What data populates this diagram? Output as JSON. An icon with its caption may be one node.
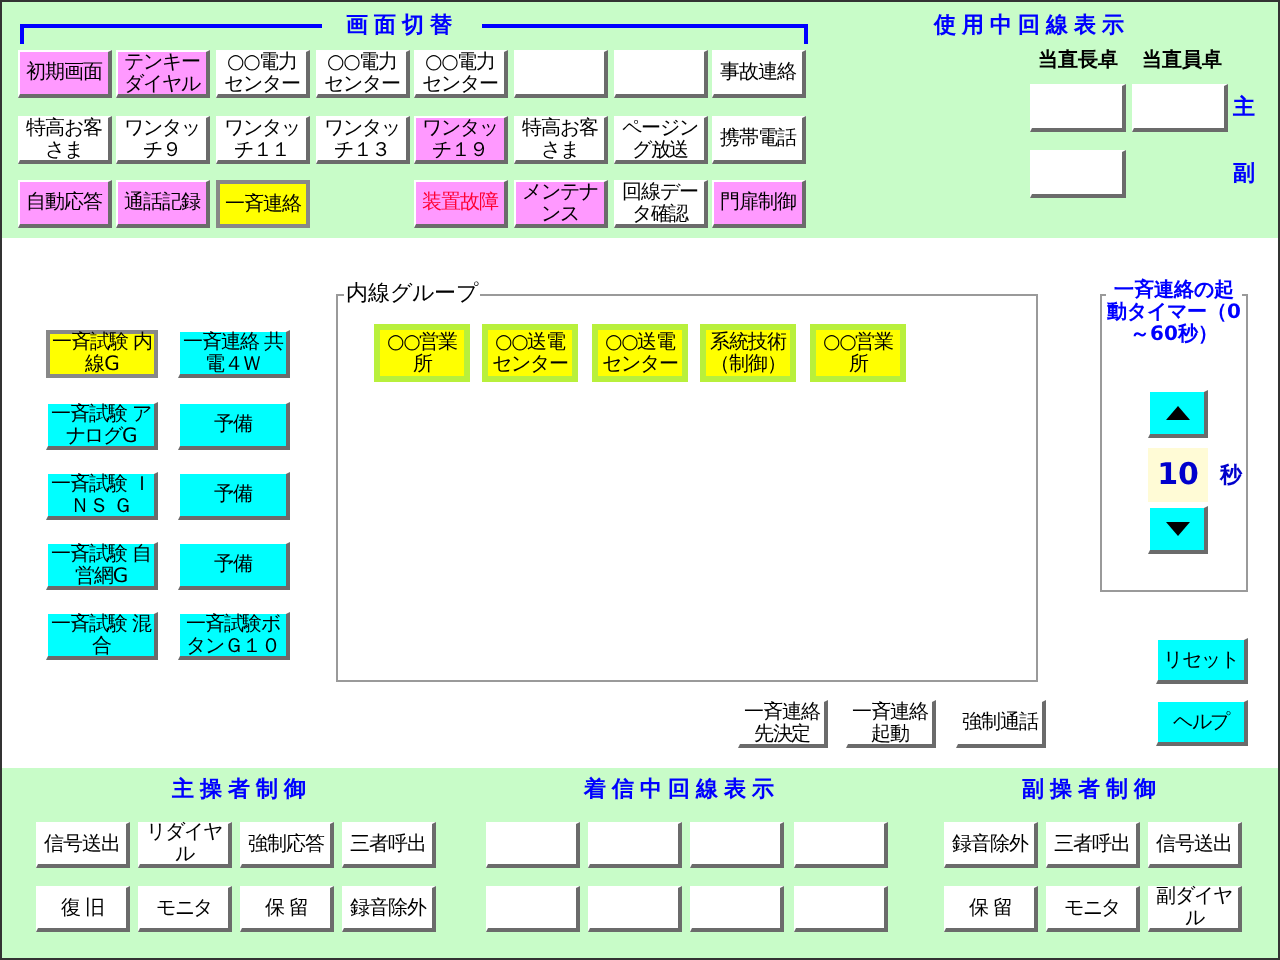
{
  "diagram": {
    "nodes": [
      {
        "text": [
          "初期画面"
        ]
      },
      {
        "text": [
          "テンキーダイヤル"
        ]
      },
      {
        "text": [
          "○○電力センター"
        ]
      },
      {
        "text": [
          "○○電力センター"
        ]
      },
      {
        "text": [
          "○○電力センター"
        ]
      },
      {
        "text": [],
        "shape": "box"
      },
      {
        "text": [],
        "shape": "box"
      },
      {
        "text": [
          "事故連絡"
        ]
      },
      {
        "text": [
          "特高お客さま"
        ]
      },
      {
        "text": [
          "ワンタッチ９"
        ]
      },
      {
        "text": [
          "ワンタッチ１１"
        ]
      },
      {
        "text": [
          "ワンタッチ１３"
        ]
      },
      {
        "text": [
          "ワンタッチ１９"
        ]
      },
      {
        "text": [
          "特高お客さま"
        ]
      },
      {
        "text": [
          "ページング放送"
        ]
      },
      {
        "text": [
          "携帯電話"
        ]
      },
      {
        "text": [
          "自動応答"
        ]
      },
      {
        "text": [
          "通話記録"
        ]
      },
      {
        "text": [
          "一斉連絡"
        ]
      },
      {
        "text": [
          "装置故障"
        ]
      },
      {
        "text": [
          "メンテナンス"
        ]
      },
      {
        "text": [
          "回線データ確認"
        ]
      },
      {
        "text": [
          "門扉制御"
        ]
      },
      {
        "text": [],
        "shape": "box"
      },
      {
        "text": [],
        "shape": "box"
      },
      {
        "text": [],
        "shape": "box"
      },
      {
        "text": [
          "一斉試験 内線G"
        ]
      },
      {
        "text": [
          "一斉連絡 共電４Ｗ"
        ]
      },
      {
        "text": [
          "一斉試験 アナログG"
        ]
      },
      {
        "text": [
          "予備"
        ]
      },
      {
        "text": [
          "一斉試験 ＩＮＳ Ｇ"
        ]
      },
      {
        "text": [
          "予備"
        ]
      },
      {
        "text": [
          "一斉試験 自営網G"
        ]
      },
      {
        "text": [
          "予備"
        ]
      },
      {
        "text": [
          "一斉試験 混合"
        ]
      },
      {
        "text": [
          "一斉試験ボタンＧ１０"
        ]
      },
      {
        "text": [
          "内線グループ"
        ]
      },
      {
        "text": [
          "○○営業所"
        ],
        "in": 36
      },
      {
        "text": [
          "○○送電センター"
        ],
        "in": 36
      },
      {
        "text": [
          "○○送電センター"
        ],
        "in": 36
      },
      {
        "text": [
          "系統技術（制御）"
        ],
        "in": 36
      },
      {
        "text": [
          "○○営業所"
        ],
        "in": 36
      },
      {
        "text": [
          "一斉連絡の起動タイマー（0～60秒）"
        ]
      },
      {
        "text": [],
        "shape": "box",
        "in": 42
      },
      {
        "text": [
          "10"
        ],
        "in": 42,
        "beside": [
          "秒"
        ]
      },
      {
        "text": [],
        "shape": "box",
        "in": 42
      },
      {
        "text": [
          "リセット"
        ]
      },
      {
        "text": [
          "ヘルプ"
        ]
      },
      {
        "text": [
          "一斉連絡先決定"
        ]
      },
      {
        "text": [
          "一斉連絡起動"
        ]
      },
      {
        "text": [
          "強制通話"
        ]
      },
      {
        "text": [
          "信号送出"
        ]
      },
      {
        "text": [
          "リダイヤル"
        ]
      },
      {
        "text": [
          "強制応答"
        ]
      },
      {
        "text": [
          "三者呼出"
        ]
      },
      {
        "text": [
          "復 旧"
        ]
      },
      {
        "text": [
          "モニタ"
        ]
      },
      {
        "text": [
          "保 留"
        ]
      },
      {
        "text": [
          "録音除外"
        ]
      },
      {
        "text": [],
        "shape": "box"
      },
      {
        "text": [],
        "shape": "box"
      },
      {
        "text": [],
        "shape": "box"
      },
      {
        "text": [],
        "shape": "box"
      },
      {
        "text": [],
        "shape": "box"
      },
      {
        "text": [],
        "shape": "box"
      },
      {
        "text": [],
        "shape": "box"
      },
      {
        "text": [],
        "shape": "box"
      },
      {
        "text": [
          "録音除外"
        ]
      },
      {
        "text": [
          "三者呼出"
        ]
      },
      {
        "text": [
          "信号送出"
        ]
      },
      {
        "text": [
          "保 留"
        ]
      },
      {
        "text": [
          "モニタ"
        ]
      },
      {
        "text": [
          "副ダイヤル"
        ]
      }
    ],
    "labels": [
      "画面切替",
      "使用中回線表示",
      "当直長卓",
      "当直員卓",
      "主",
      "副",
      "主操者制御",
      "着信中回線表示",
      "副操者制御"
    ]
  }
}
